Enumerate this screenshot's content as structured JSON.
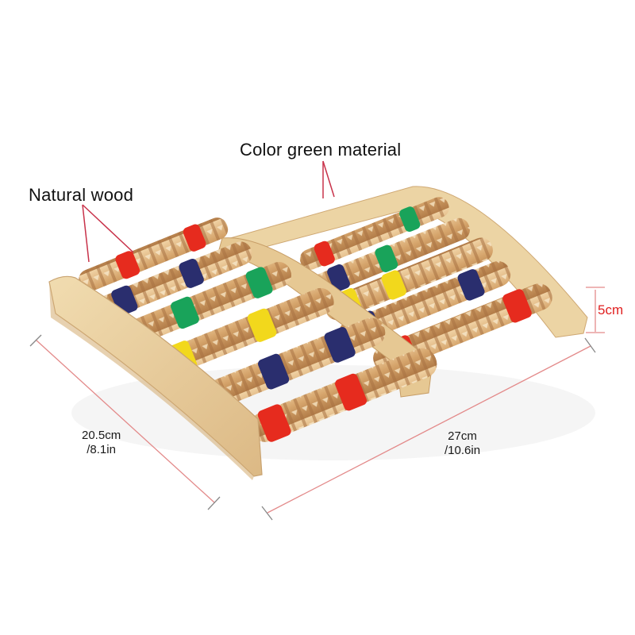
{
  "product": {
    "name": "Wooden foot massage roller",
    "colors": {
      "wood_light": "#e9cf9e",
      "wood_mid": "#d9b07a",
      "wood_dark": "#b9834e",
      "red": "#e62b1e",
      "navy": "#2a2e6e",
      "green": "#19a35a",
      "yellow": "#f2d81c",
      "dimension_line": "#e08a8a"
    }
  },
  "annotations": {
    "top_label": "Color green material",
    "left_label": "Natural wood",
    "height_label": "5cm",
    "depth_label_cm": "20.5cm",
    "depth_label_in": "/8.1in",
    "width_label_cm": "27cm",
    "width_label_in": "/10.6in"
  }
}
